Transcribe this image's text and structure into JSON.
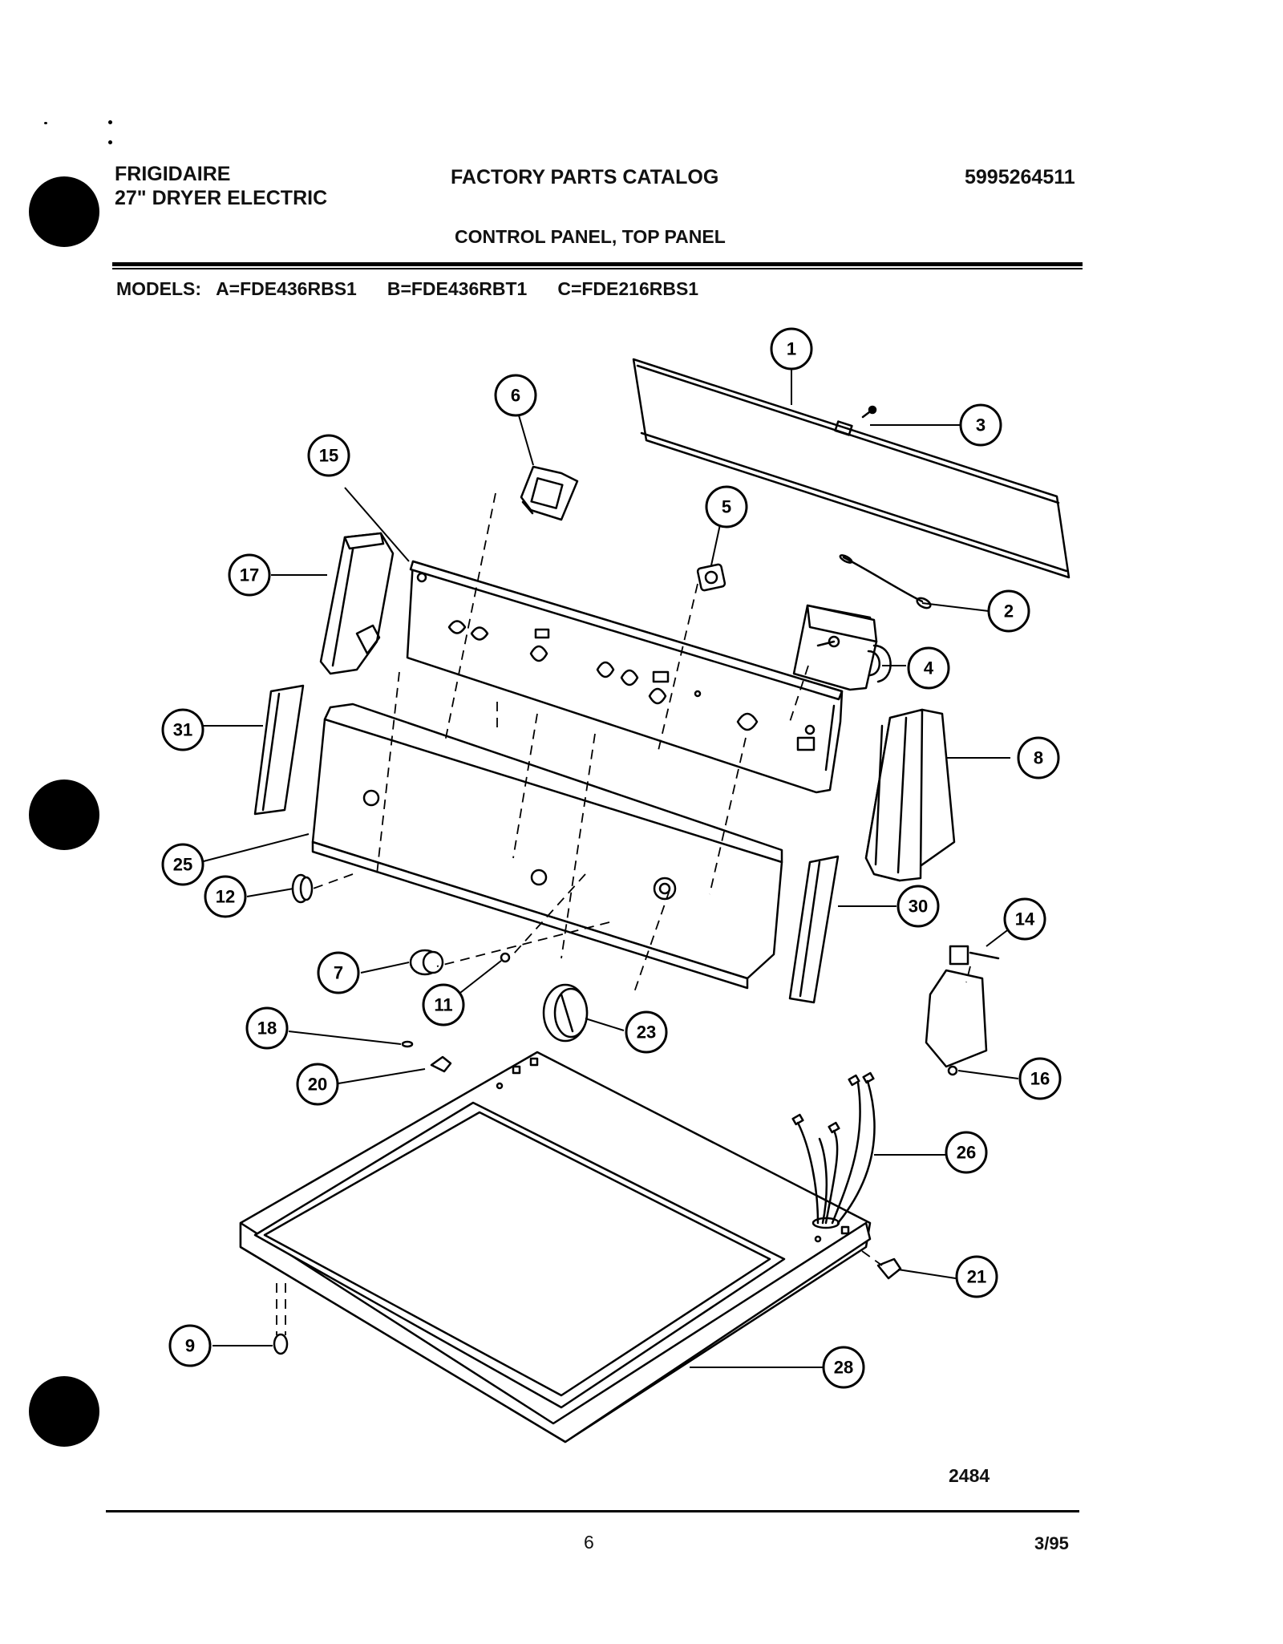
{
  "header": {
    "brand": "FRIGIDAIRE",
    "product": "27\" DRYER ELECTRIC",
    "catalog_title": "FACTORY PARTS CATALOG",
    "catalog_number": "5995264511",
    "section": "CONTROL PANEL, TOP PANEL"
  },
  "models": {
    "label": "MODELS:",
    "items": [
      "A=FDE436RBS1",
      "B=FDE436RBT1",
      "C=FDE216RBS1"
    ]
  },
  "diagram": {
    "figure_number": "2484",
    "callouts": [
      "1",
      "2",
      "3",
      "4",
      "5",
      "6",
      "7",
      "8",
      "9",
      "11",
      "12",
      "14",
      "15",
      "16",
      "17",
      "18",
      "20",
      "21",
      "23",
      "25",
      "26",
      "28",
      "30",
      "31"
    ]
  },
  "footer": {
    "page_number": "6",
    "date": "3/95"
  }
}
